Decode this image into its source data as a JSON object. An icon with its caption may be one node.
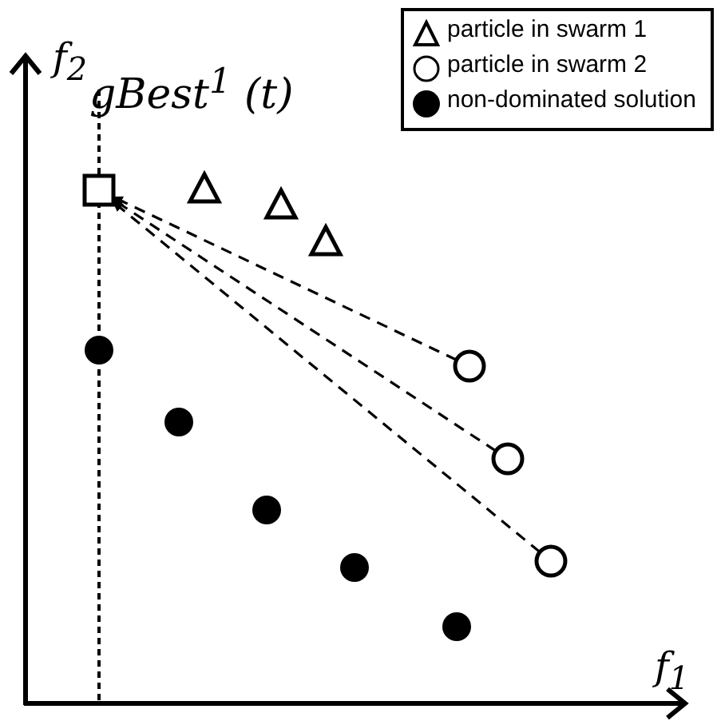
{
  "diagram": {
    "nodes": [
      {
        "text": [],
        "shape": "box",
        "beside": [
          "gBest$^{1}$ (t)"
        ]
      },
      {
        "text": [],
        "shape": "circle"
      },
      {
        "text": [],
        "shape": "circle"
      },
      {
        "text": [],
        "shape": "circle"
      }
    ],
    "edges": [
      {
        "from": 1,
        "to": 0,
        "arrow": "to",
        "style": "dashed"
      },
      {
        "from": 2,
        "to": 0,
        "arrow": "to",
        "style": "dashed"
      },
      {
        "from": 3,
        "to": 0,
        "arrow": "to",
        "style": "dashed"
      }
    ],
    "labels": [
      "f$_{2}$",
      "f$_{1}$"
    ],
    "legend": [
      {
        "text": "particle in swarm 1"
      },
      {
        "text": "particle in swarm 2"
      },
      {
        "text": "non-dominated solution"
      }
    ]
  }
}
